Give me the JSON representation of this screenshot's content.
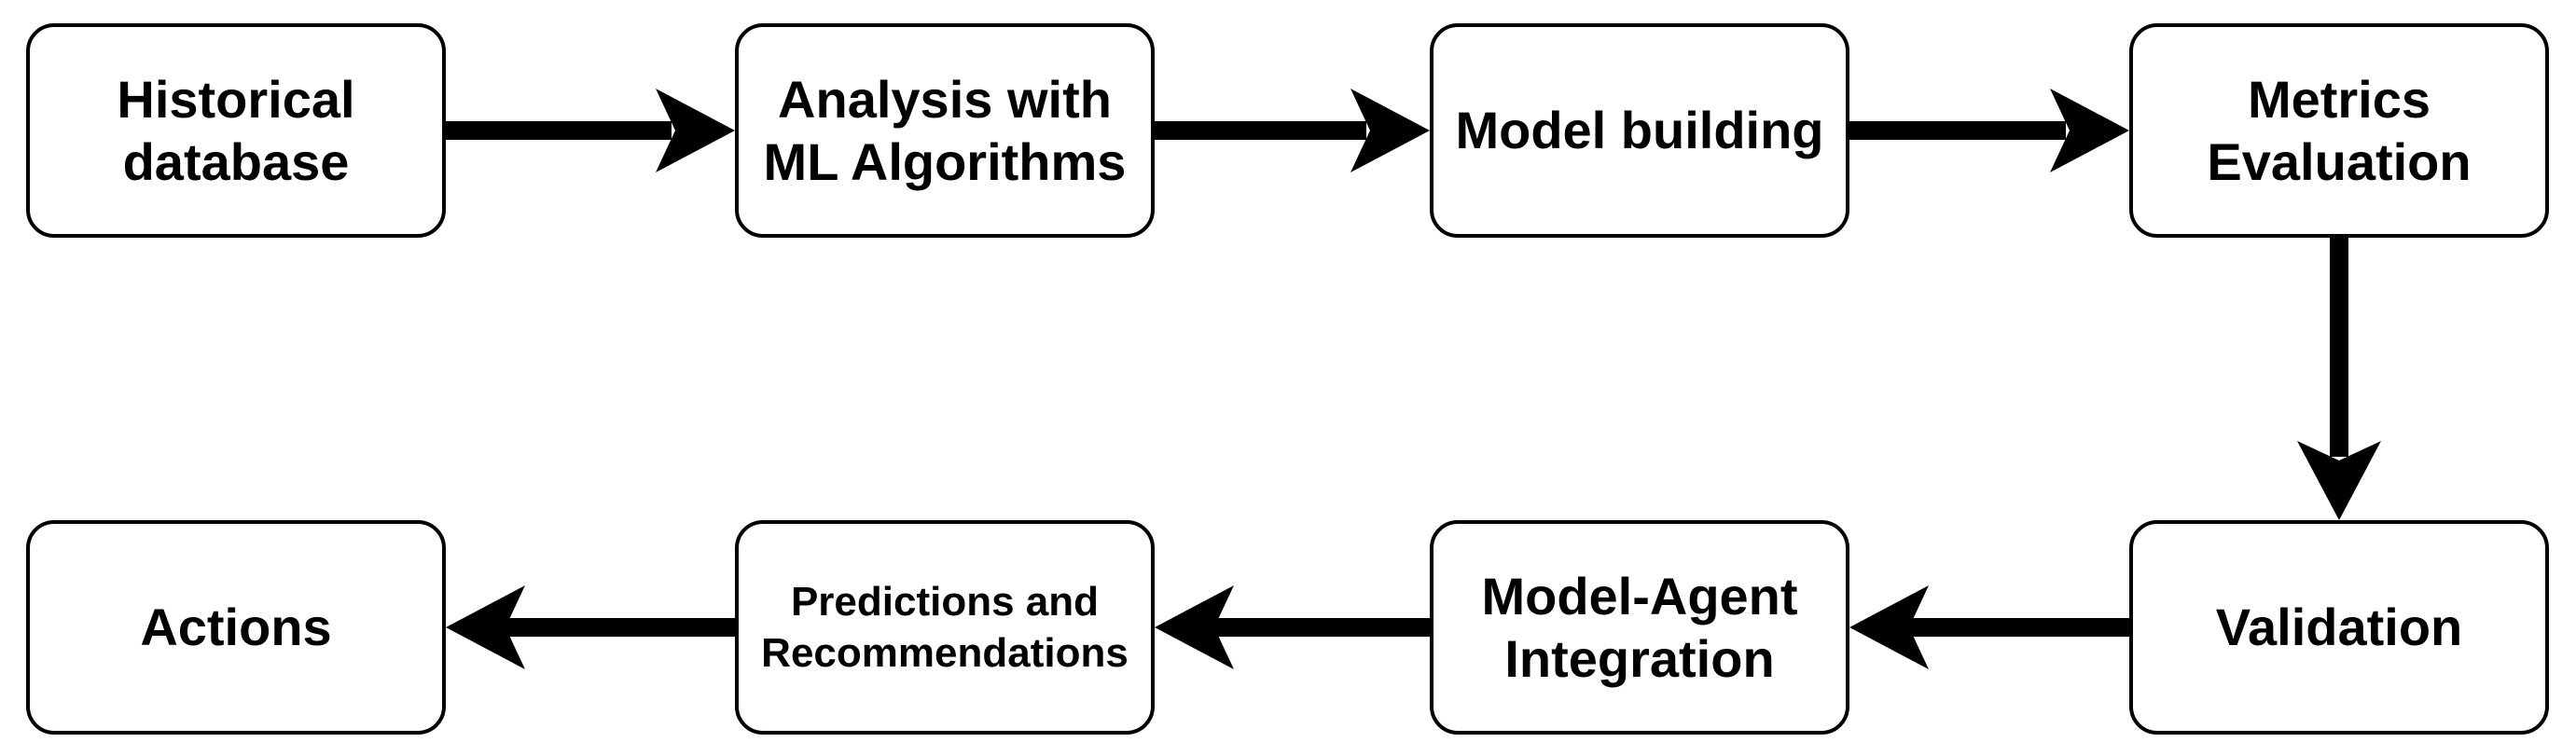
{
  "diagram": {
    "type": "flowchart",
    "background_color": "#ffffff",
    "stroke_color": "#000000",
    "node_fill_color": "#ffffff",
    "nodes": [
      {
        "id": "historical-database",
        "label": "Historical\ndatabase"
      },
      {
        "id": "analysis-with-ml-algorithms",
        "label": "Analysis with\nML Algorithms"
      },
      {
        "id": "model-building",
        "label": "Model building"
      },
      {
        "id": "metrics-evaluation",
        "label": "Metrics\nEvaluation"
      },
      {
        "id": "validation",
        "label": "Validation"
      },
      {
        "id": "model-agent-integration",
        "label": "Model-Agent\nIntegration"
      },
      {
        "id": "predictions-and-recommendations",
        "label": "Predictions and\nRecommendations"
      },
      {
        "id": "actions",
        "label": "Actions"
      }
    ],
    "edges": [
      {
        "from": "historical-database",
        "to": "analysis-with-ml-algorithms",
        "direction": "right"
      },
      {
        "from": "analysis-with-ml-algorithms",
        "to": "model-building",
        "direction": "right"
      },
      {
        "from": "model-building",
        "to": "metrics-evaluation",
        "direction": "right"
      },
      {
        "from": "metrics-evaluation",
        "to": "validation",
        "direction": "down"
      },
      {
        "from": "validation",
        "to": "model-agent-integration",
        "direction": "left"
      },
      {
        "from": "model-agent-integration",
        "to": "predictions-and-recommendations",
        "direction": "left"
      },
      {
        "from": "predictions-and-recommendations",
        "to": "actions",
        "direction": "left"
      }
    ]
  }
}
